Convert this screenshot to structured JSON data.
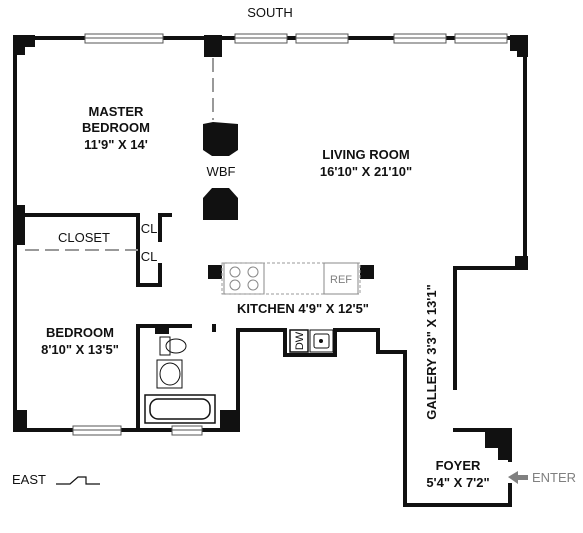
{
  "compass": {
    "south": "SOUTH",
    "east": "EAST",
    "enter": "ENTER"
  },
  "rooms": {
    "master_bedroom": {
      "name_line1": "MASTER",
      "name_line2": "BEDROOM",
      "size": "11'9\" X 14'"
    },
    "living_room": {
      "name": "LIVING ROOM",
      "size": "16'10\" X 21'10\""
    },
    "bedroom": {
      "name": "BEDROOM",
      "size": "8'10\" X 13'5\""
    },
    "kitchen": {
      "label": "KITCHEN 4'9\" X 12'5\""
    },
    "gallery": {
      "label": "GALLERY 3'3\" X 13'1\""
    },
    "foyer": {
      "name": "FOYER",
      "size": "5'4\" X 7'2\""
    }
  },
  "fixtures": {
    "wbf": "WBF",
    "closet": "CLOSET",
    "cl_upper": "CL",
    "cl_lower": "CL",
    "ref": "REF",
    "dw": "DW"
  },
  "colors": {
    "wall": "#111111",
    "window": "#555555",
    "dashed": "#999999",
    "arrow": "#808080"
  }
}
